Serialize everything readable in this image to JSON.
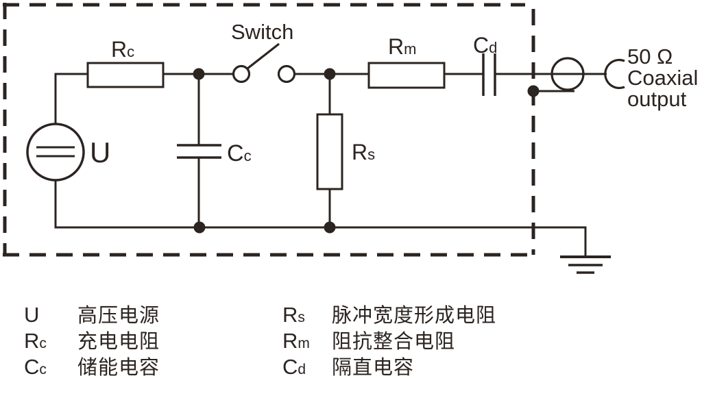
{
  "colors": {
    "ink": "#2b2421",
    "background": "#ffffff"
  },
  "diagram": {
    "labels": {
      "switch": "Switch",
      "source": "U",
      "rc": {
        "base": "R",
        "sub": "c"
      },
      "cc": {
        "base": "C",
        "sub": "c"
      },
      "rs": {
        "base": "R",
        "sub": "s"
      },
      "rm": {
        "base": "R",
        "sub": "m"
      },
      "cd": {
        "base": "C",
        "sub": "d"
      }
    },
    "output": {
      "line1": "50 Ω",
      "line2": "Coaxial",
      "line3": "output"
    }
  },
  "legend": {
    "left": [
      {
        "base": "U",
        "sub": "",
        "desc": "高压电源"
      },
      {
        "base": "R",
        "sub": "c",
        "desc": "充电电阻"
      },
      {
        "base": "C",
        "sub": "c",
        "desc": "储能电容"
      }
    ],
    "right": [
      {
        "base": "R",
        "sub": "s",
        "desc": "脉冲宽度形成电阻"
      },
      {
        "base": "R",
        "sub": "m",
        "desc": "阻抗整合电阻"
      },
      {
        "base": "C",
        "sub": "d",
        "desc": "隔直电容"
      }
    ]
  }
}
